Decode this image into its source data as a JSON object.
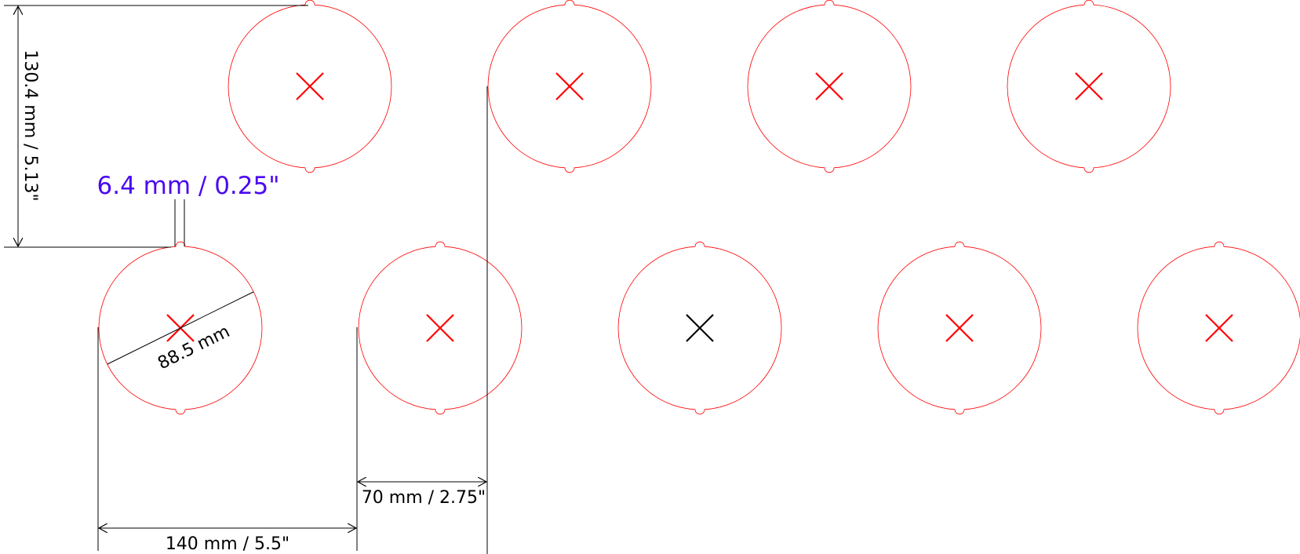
{
  "colors": {
    "cut_line": "#ff0000",
    "mark_active": "#ff0000",
    "mark_reference": "#000000",
    "dimension_line": "#000000",
    "dimension_accent": "#4b0af0"
  },
  "disc_rows": [
    {
      "row": "top",
      "marks": [
        "red",
        "red",
        "red",
        "red"
      ]
    },
    {
      "row": "bottom",
      "marks": [
        "red",
        "red",
        "black",
        "red",
        "red"
      ]
    }
  ],
  "dimensions": {
    "vertical_pitch": "130.4 mm / 5.13\"",
    "tab_width": "6.4 mm / 0.25\"",
    "diameter": "88.5 mm",
    "row_offset": "70 mm / 2.75\"",
    "horizontal_pitch": "140 mm / 5.5\""
  }
}
